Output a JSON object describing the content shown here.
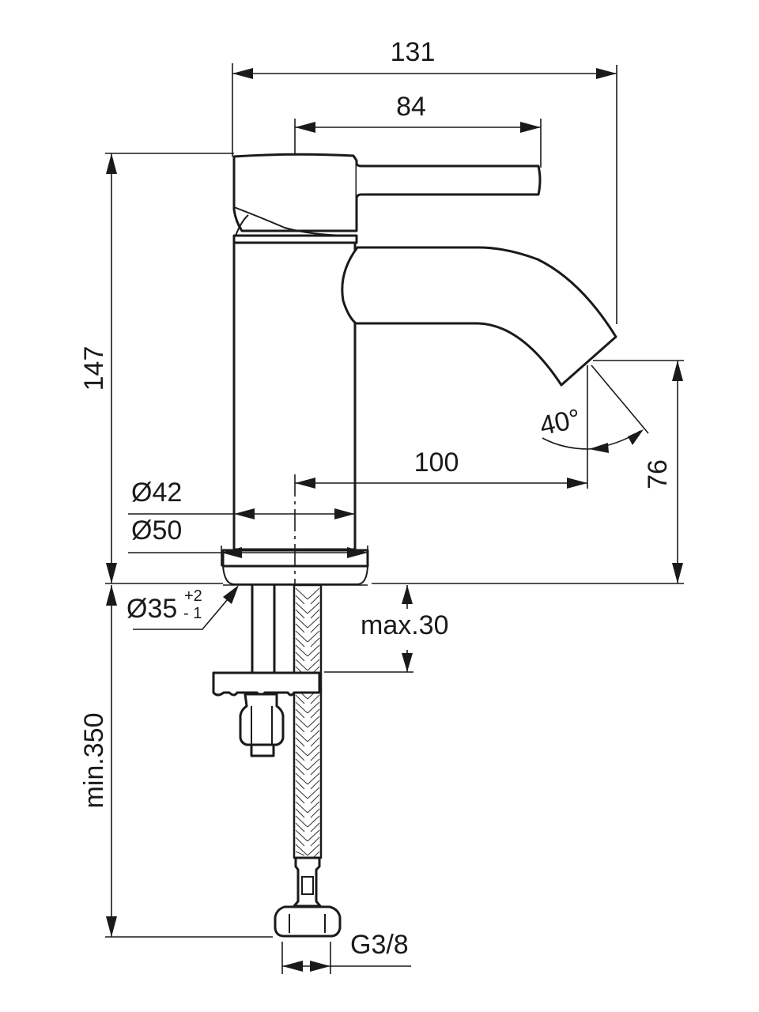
{
  "drawing": {
    "subject": "Single-lever basin mixer tap, side elevation with installation dimensions",
    "units": "mm",
    "line_color": "#1a1a1a",
    "background": "#ffffff"
  },
  "dimensions": {
    "overall_width": "131",
    "lever_length": "84",
    "overall_height": "147",
    "spout_projection": "100",
    "spout_outlet_height": "76",
    "spout_angle": "40°",
    "body_diameter": "Ø42",
    "base_diameter": "Ø50",
    "hole_diameter": "Ø35",
    "hole_tolerance_upper": "+2",
    "hole_tolerance_lower": "- 1",
    "max_deck_thickness": "max.30",
    "min_hose_length": "min.350",
    "connection_thread": "G3/8"
  }
}
